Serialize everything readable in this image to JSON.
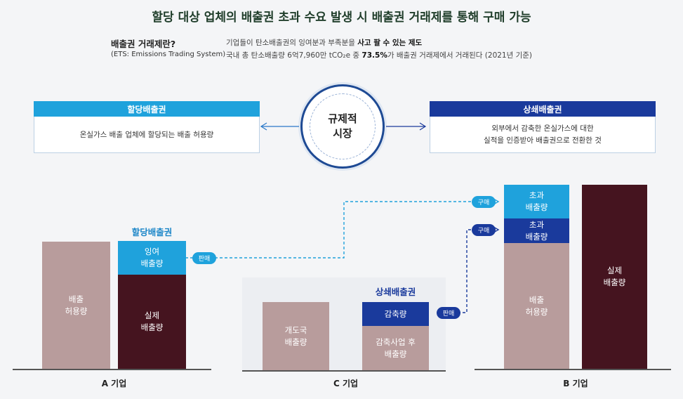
{
  "title": "할당 대상 업체의 배출권 초과 수요 발생 시 배출권 거래제를 통해 구매 가능",
  "ets": {
    "term": "배출권 거래제란?",
    "term_en": "(ETS: Emissions Trading System)",
    "def1_pre": "기업들이 탄소배출권의 잉여분과 부족분을 ",
    "def1_bold": "사고 팔 수 있는 제도",
    "def2_pre": "국내 총 탄소배출량 6억7,960만 tCO₂e 중 ",
    "def2_bold": "73.5%",
    "def2_post": "가 배출권 거래제에서 거래된다 (2021년 기준)"
  },
  "allocated_box": {
    "header": "할당배출권",
    "body": "온실가스 배출 업체에 할당되는 배출 허용량"
  },
  "offset_box": {
    "header": "상쇄배출권",
    "body_line1": "외부에서 감축한 온실가스에 대한",
    "body_line2": "실적을 인증받아 배출권으로 전환한 것"
  },
  "market": {
    "line1": "규제적",
    "line2": "시장"
  },
  "company_a": {
    "name": "A 기업",
    "allowance_l1": "배출",
    "allowance_l2": "허용량",
    "section_label": "할당배출권",
    "surplus_l1": "잉여",
    "surplus_l2": "배출량",
    "actual_l1": "실제",
    "actual_l2": "배출량",
    "sell_label": "판매"
  },
  "company_c": {
    "name": "C 기업",
    "developing_l1": "개도국",
    "developing_l2": "배출량",
    "section_label": "상쇄배출권",
    "reduction": "감축량",
    "after_l1": "감축사업 후",
    "after_l2": "배출량",
    "sell_label": "판매"
  },
  "company_b": {
    "name": "B 기업",
    "buy_label_1": "구매",
    "buy_label_2": "구매",
    "excess1_l1": "초과",
    "excess1_l2": "배출량",
    "excess2_l1": "초과",
    "excess2_l2": "배출량",
    "allowance_l1": "배출",
    "allowance_l2": "허용량",
    "actual_l1": "실제",
    "actual_l2": "배출량"
  },
  "colors": {
    "allowance": "#b89c9c",
    "actual": "#45141f",
    "allocated": "#1fa2dc",
    "offset": "#1a3a9c"
  }
}
